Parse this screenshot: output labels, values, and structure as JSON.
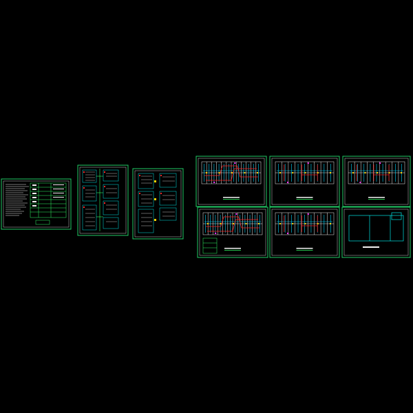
{
  "viewer": {
    "background": "#000000"
  },
  "colors": {
    "frame": "#22cc66",
    "border_cyan": "#00e5e5",
    "text_white": "#f2f2f2",
    "wire_red": "#ff2222",
    "wire_cyan": "#00d8ff",
    "symbol_yellow": "#ffd400",
    "note_magenta": "#ff33ff",
    "table_green": "#33ff66"
  },
  "sheets": [
    {
      "id": "sheet-design-notes",
      "kind": "notes"
    },
    {
      "id": "sheet-system-diagram-1",
      "kind": "system"
    },
    {
      "id": "sheet-system-diagram-2",
      "kind": "system"
    },
    {
      "id": "sheet-floor-plan-1",
      "kind": "plan"
    },
    {
      "id": "sheet-floor-plan-2",
      "kind": "plan"
    },
    {
      "id": "sheet-floor-plan-3",
      "kind": "plan"
    },
    {
      "id": "sheet-floor-plan-4",
      "kind": "plan"
    },
    {
      "id": "sheet-floor-plan-5",
      "kind": "plan"
    },
    {
      "id": "sheet-floor-plan-6",
      "kind": "roof"
    }
  ]
}
